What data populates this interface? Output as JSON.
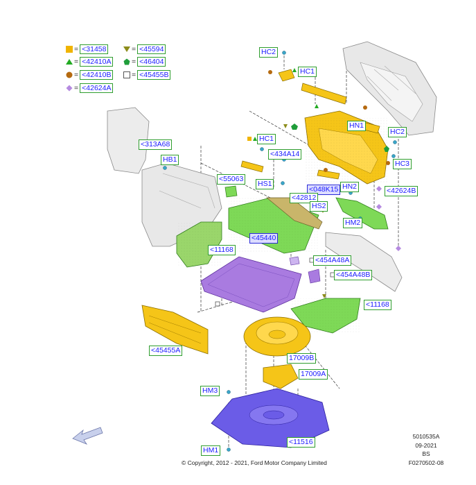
{
  "legend": [
    {
      "symbol": "square",
      "color": "#f0b400",
      "code": "<31458"
    },
    {
      "symbol": "triangle-down",
      "color": "#8c8c1a",
      "code": "<45594"
    },
    {
      "symbol": "triangle-up",
      "color": "#22aa22",
      "code": "<42410A"
    },
    {
      "symbol": "pentagon",
      "color": "#1f9d3a",
      "code": "<46404"
    },
    {
      "symbol": "circle",
      "color": "#b56a10",
      "code": "<42410B"
    },
    {
      "symbol": "square-open",
      "color": "#555555",
      "code": "<45455B"
    },
    {
      "symbol": "diamond",
      "color": "#b58ae0",
      "code": "<42624A"
    }
  ],
  "callouts": {
    "hc2_top": "HC2",
    "hc1_top": "HC1",
    "hn1": "HN1",
    "hc2_right": "HC2",
    "hc3": "HC3",
    "hc1_mid": "HC1",
    "c434a14": "<434A14",
    "c313a68": "<313A68",
    "hb1": "HB1",
    "c55063": "<55063",
    "hs1": "HS1",
    "c048k15": "<048K15",
    "hn2": "HN2",
    "c42624b": "<42624B",
    "c42812": "<42812",
    "hs2": "HS2",
    "hm2": "HM2",
    "c45440": "<45440",
    "c11168_left": "<11168",
    "c454a48a": "<454A48A",
    "c454a48b": "<454A48B",
    "c11168_right": "<11168",
    "c45455a": "<45455A",
    "c17009b": "17009B",
    "c17009a": "17009A",
    "hm3": "HM3",
    "c11516": "<11516",
    "hm1": "HM1"
  },
  "footer": {
    "copyright": "© Copyright, 2012 - 2021, Ford Motor Company Limited",
    "ref_code": "5010535A",
    "ref_date": "09-2021",
    "ref_market": "BS",
    "ref_figure": "F0270502-08"
  },
  "colors": {
    "yellow": "#f5c518",
    "green": "#7ed957",
    "purple": "#a97be0",
    "blue": "#6b5ce7",
    "gray": "#e8e8e8",
    "olive": "#c9b56a"
  }
}
